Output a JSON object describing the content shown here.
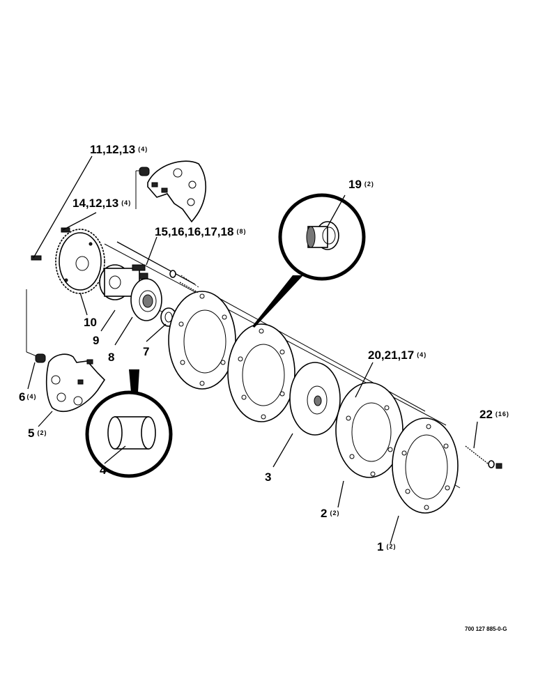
{
  "callouts": [
    {
      "id": "c1",
      "text": "11,12,13",
      "qty": "(4)"
    },
    {
      "id": "c2",
      "text": "14,12,13",
      "qty": "(4)"
    },
    {
      "id": "c3",
      "text": "15,16,16,17,18",
      "qty": "(8)"
    },
    {
      "id": "c4",
      "text": "19",
      "qty": "(2)"
    },
    {
      "id": "c5",
      "text": "10",
      "qty": ""
    },
    {
      "id": "c6",
      "text": "9",
      "qty": ""
    },
    {
      "id": "c7",
      "text": "8",
      "qty": ""
    },
    {
      "id": "c8",
      "text": "7",
      "qty": ""
    },
    {
      "id": "c9",
      "text": "20,21,17",
      "qty": "(4)"
    },
    {
      "id": "c10",
      "text": "6",
      "qty": "(4)"
    },
    {
      "id": "c11",
      "text": "5",
      "qty": "(2)"
    },
    {
      "id": "c12",
      "text": "4",
      "qty": ""
    },
    {
      "id": "c13",
      "text": "3",
      "qty": ""
    },
    {
      "id": "c14",
      "text": "22",
      "qty": "(16)"
    },
    {
      "id": "c15",
      "text": "2",
      "qty": "(2)"
    },
    {
      "id": "c16",
      "text": "1",
      "qty": "(2)"
    }
  ],
  "drawing_code": "700 127 885-0-G"
}
